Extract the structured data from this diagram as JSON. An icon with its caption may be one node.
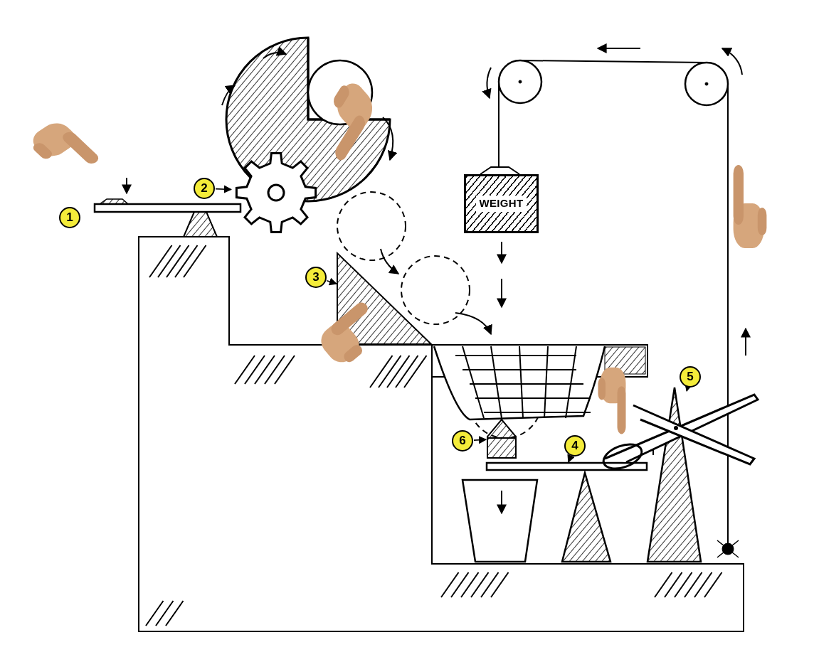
{
  "diagram": {
    "nodes": [
      {
        "text": [
          "2"
        ]
      },
      {
        "text": [],
        "shape": "picture"
      },
      {
        "text": [
          "3"
        ]
      },
      {
        "text": [],
        "shape": "triangle"
      },
      {
        "text": [
          "4"
        ]
      },
      {
        "text": [],
        "shape": "bar"
      },
      {
        "text": [
          "5"
        ]
      },
      {
        "text": [],
        "shape": "picture"
      },
      {
        "text": [
          "6"
        ]
      },
      {
        "text": [],
        "shape": "picture"
      },
      {
        "text": [
          "WEIGHT"
        ]
      },
      {
        "text": [
          "1"
        ]
      }
    ],
    "edges": [
      {
        "from": 0,
        "to": 1,
        "arrow": "to"
      },
      {
        "from": 2,
        "to": 3,
        "arrow": "to"
      },
      {
        "from": 4,
        "to": 5,
        "arrow": "to"
      },
      {
        "from": 6,
        "to": 7,
        "arrow": "to"
      },
      {
        "from": 8,
        "to": 9,
        "arrow": "to"
      }
    ]
  }
}
